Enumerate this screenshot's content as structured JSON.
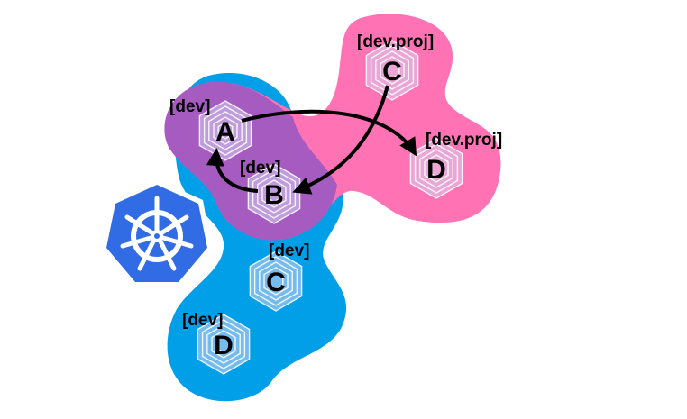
{
  "colors": {
    "blue_region": "#009fe8",
    "pink_region": "#ff73b5",
    "overlap_region": "#a55bc0",
    "logo_blue": "#326ce5",
    "node_fill": "#d6d2f0",
    "node_stroke": "#ffffff",
    "arrow": "#000000"
  },
  "logo": {
    "icon": "kubernetes-helm-wheel-icon"
  },
  "nodes": [
    {
      "id": "A",
      "letter": "A",
      "namespace": "[dev]"
    },
    {
      "id": "B",
      "letter": "B",
      "namespace": "[dev]"
    },
    {
      "id": "C1",
      "letter": "C",
      "namespace": "[dev]"
    },
    {
      "id": "D1",
      "letter": "D",
      "namespace": "[dev]"
    },
    {
      "id": "C2",
      "letter": "C",
      "namespace": "[dev.proj]"
    },
    {
      "id": "D2",
      "letter": "D",
      "namespace": "[dev.proj]"
    }
  ],
  "edges": [
    {
      "from": "A",
      "to": "D2"
    },
    {
      "from": "C2",
      "to": "B"
    },
    {
      "from": "B",
      "to": "A"
    }
  ]
}
